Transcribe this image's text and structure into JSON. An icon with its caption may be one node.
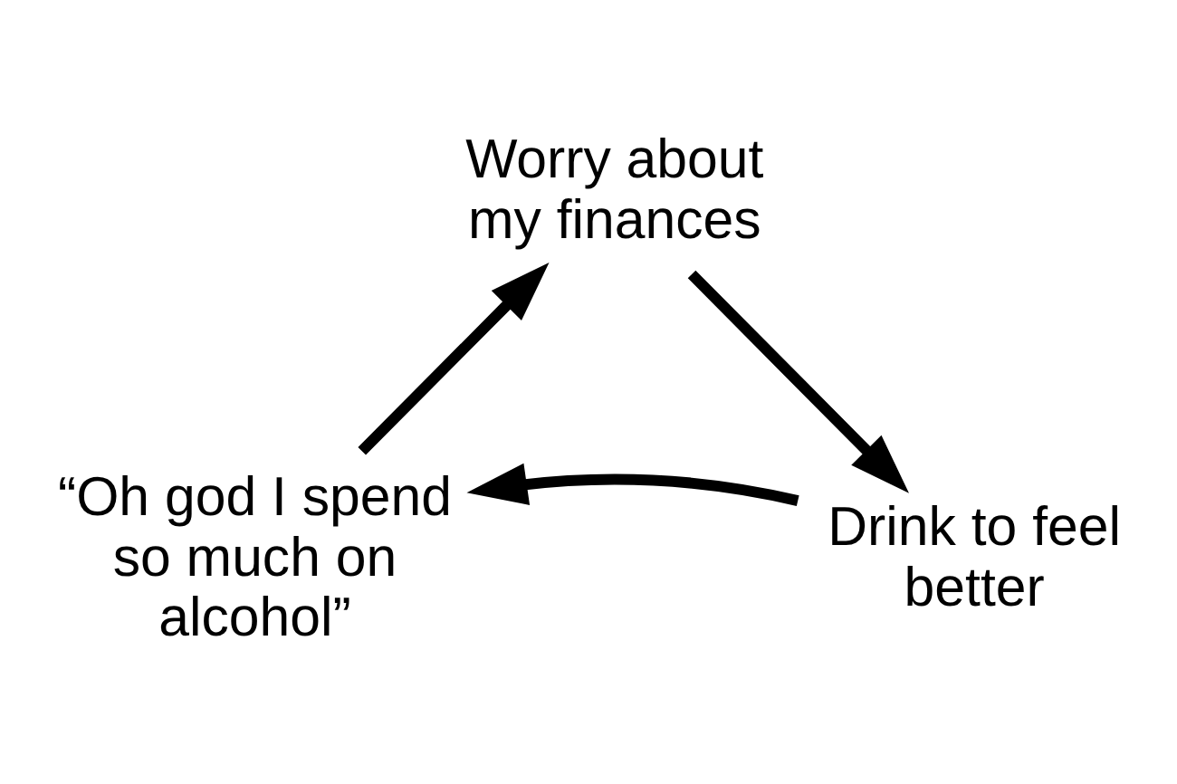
{
  "diagram": {
    "nodes": [
      {
        "text": [
          "Worry about my finances"
        ]
      },
      {
        "text": [
          "Drink to feel better"
        ]
      },
      {
        "text": [
          "“Oh god I spend so much on alcohol”"
        ]
      }
    ],
    "edges": [
      {
        "from": 0,
        "to": 1,
        "arrow": "to"
      },
      {
        "from": 1,
        "to": 2,
        "arrow": "to"
      },
      {
        "from": 2,
        "to": 0,
        "arrow": "to"
      }
    ]
  }
}
